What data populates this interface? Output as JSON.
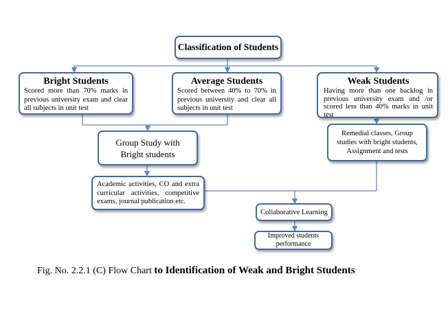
{
  "nodes": {
    "classification": {
      "title": "Classification of Students"
    },
    "bright": {
      "title": "Bright Students",
      "text": "Scored more than 70% marks in previous university exam and clear all subjects in unit test"
    },
    "average": {
      "title": "Average Students",
      "text": "Scored between 40% to 70% in previous university and clear all subjects in unit test"
    },
    "weak": {
      "title": "Weak Students",
      "text": "Having more than one backlog in previous university exam and /or scored less than 40% marks in unit test"
    },
    "group_study": {
      "text": "Group Study with Bright students"
    },
    "remedial": {
      "text": "Remedial classes, Group studies with bright students, Assignment and tests"
    },
    "academic": {
      "text": "Academic activities, CO and extra curricular activities, competitive exams, journal publication etc."
    },
    "collaborative": {
      "text": "Collaborative Learning"
    },
    "improved": {
      "text": "Improved students performance"
    }
  },
  "caption": {
    "prefix": "Fig. No. 2.2.1 (C) Flow Chart ",
    "suffix": "to Identification of Weak and Bright Students"
  },
  "colors": {
    "border": "#3f6aa0",
    "connector": "#5b84c4"
  }
}
